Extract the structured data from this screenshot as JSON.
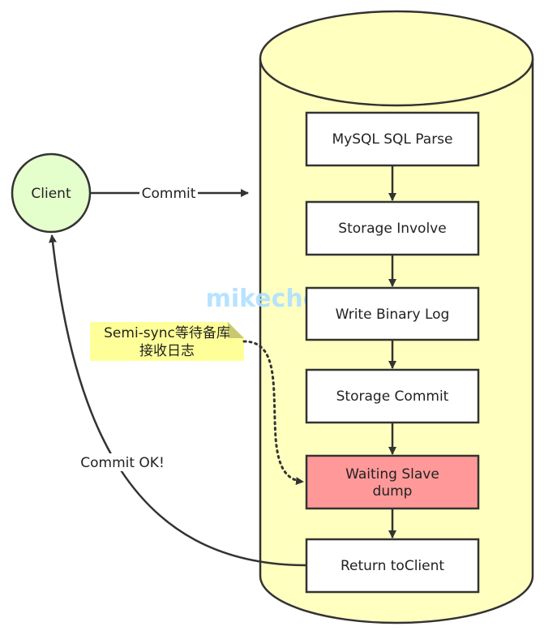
{
  "colors": {
    "cylinder_fill": "#ffffc0",
    "client_fill": "#e5ffcc",
    "note_fill": "#ffff99",
    "highlight_fill": "#ff9999",
    "box_fill": "#ffffff",
    "stroke": "#333333",
    "watermark": "#aee0ff"
  },
  "client": {
    "label": "Client"
  },
  "steps": [
    {
      "label": "MySQL SQL Parse"
    },
    {
      "label": "Storage Involve"
    },
    {
      "label": "Write Binary Log"
    },
    {
      "label": "Storage Commit"
    },
    {
      "label": "Waiting Slave",
      "label2": "dump",
      "highlight": true
    },
    {
      "label": "Return toClient"
    }
  ],
  "edges": {
    "commit": "Commit",
    "commit_ok": "Commit OK!"
  },
  "note": {
    "line1": "Semi-sync等待备库",
    "line2": "接收日志"
  },
  "watermark": "mikechen.cc"
}
